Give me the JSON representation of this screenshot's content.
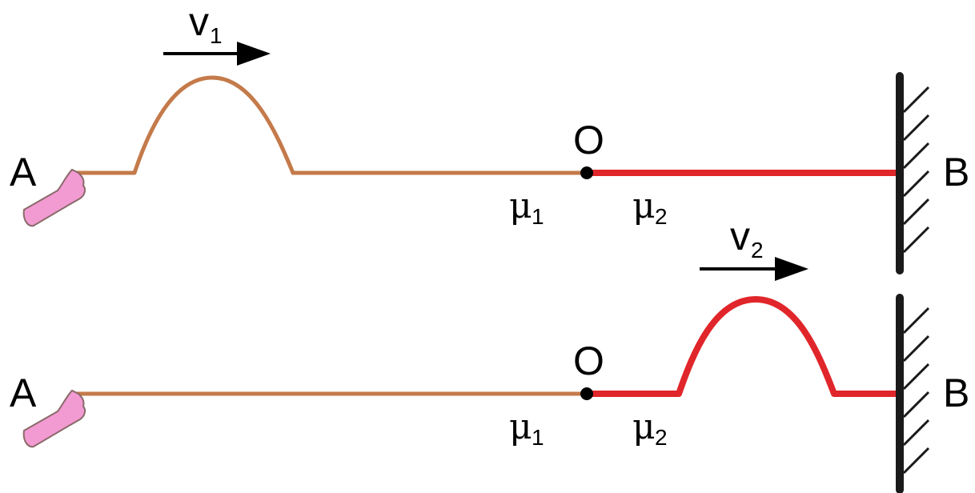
{
  "colors": {
    "string1": "#c47a4a",
    "string2": "#e0262a",
    "wall": "#1a1a1a",
    "hand_fill": "#f29ad2",
    "hand_stroke": "#8a6a6a"
  },
  "panels": [
    {
      "left_end": "A",
      "right_end": "B",
      "junction": "O",
      "mu1": "μ",
      "mu1_sub": "1",
      "mu2": "μ",
      "mu2_sub": "2",
      "velocity": "v",
      "velocity_sub": "1",
      "pulse_on": "string1"
    },
    {
      "left_end": "A",
      "right_end": "B",
      "junction": "O",
      "mu1": "μ",
      "mu1_sub": "1",
      "mu2": "μ",
      "mu2_sub": "2",
      "velocity": "v",
      "velocity_sub": "2",
      "pulse_on": "string2"
    }
  ]
}
